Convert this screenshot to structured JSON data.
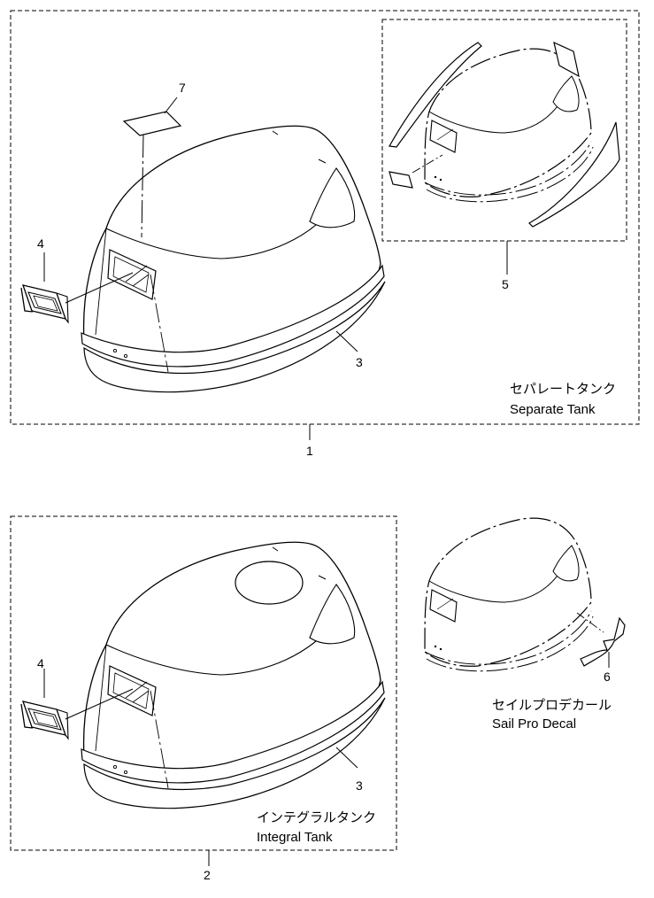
{
  "callouts": {
    "n1": "1",
    "n2": "2",
    "n3a": "3",
    "n3b": "3",
    "n4a": "4",
    "n4b": "4",
    "n5": "5",
    "n6": "6",
    "n7": "7"
  },
  "captions": {
    "separate_jp": "セパレートタンク",
    "separate_en": "Separate Tank",
    "integral_jp": "インテグラルタンク",
    "integral_en": "Integral Tank",
    "sailpro_jp": "セイルプロデカール",
    "sailpro_en": "Sail Pro Decal"
  }
}
